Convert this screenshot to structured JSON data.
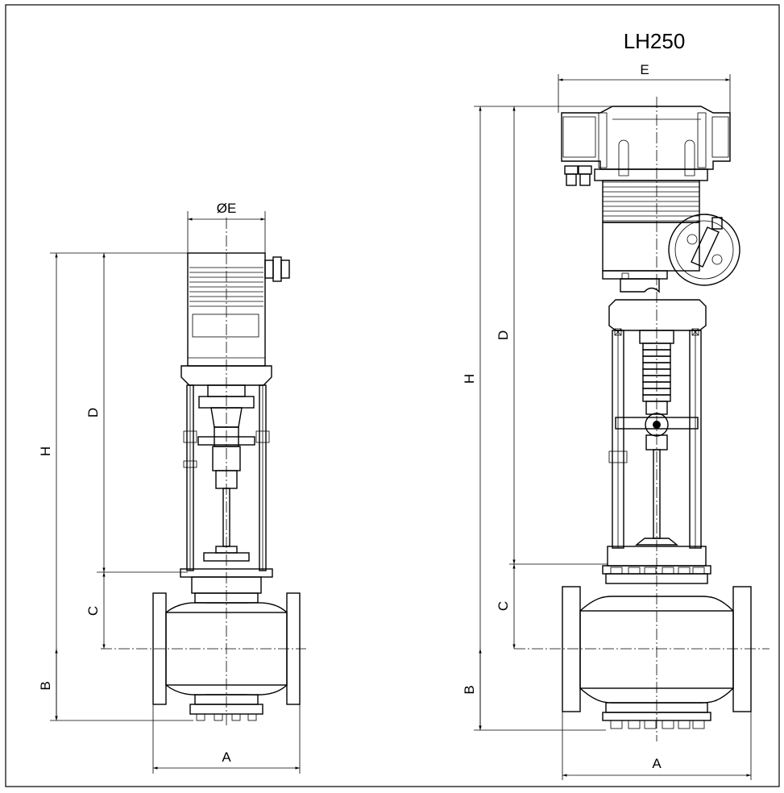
{
  "drawing": {
    "model_title": "LH250",
    "left_view": {
      "labels": {
        "A": "A",
        "B": "B",
        "C": "C",
        "D": "D",
        "H": "H",
        "E": "ØE"
      }
    },
    "right_view": {
      "labels": {
        "A": "A",
        "B": "B",
        "C": "C",
        "D": "D",
        "H": "H",
        "E": "E"
      }
    }
  }
}
